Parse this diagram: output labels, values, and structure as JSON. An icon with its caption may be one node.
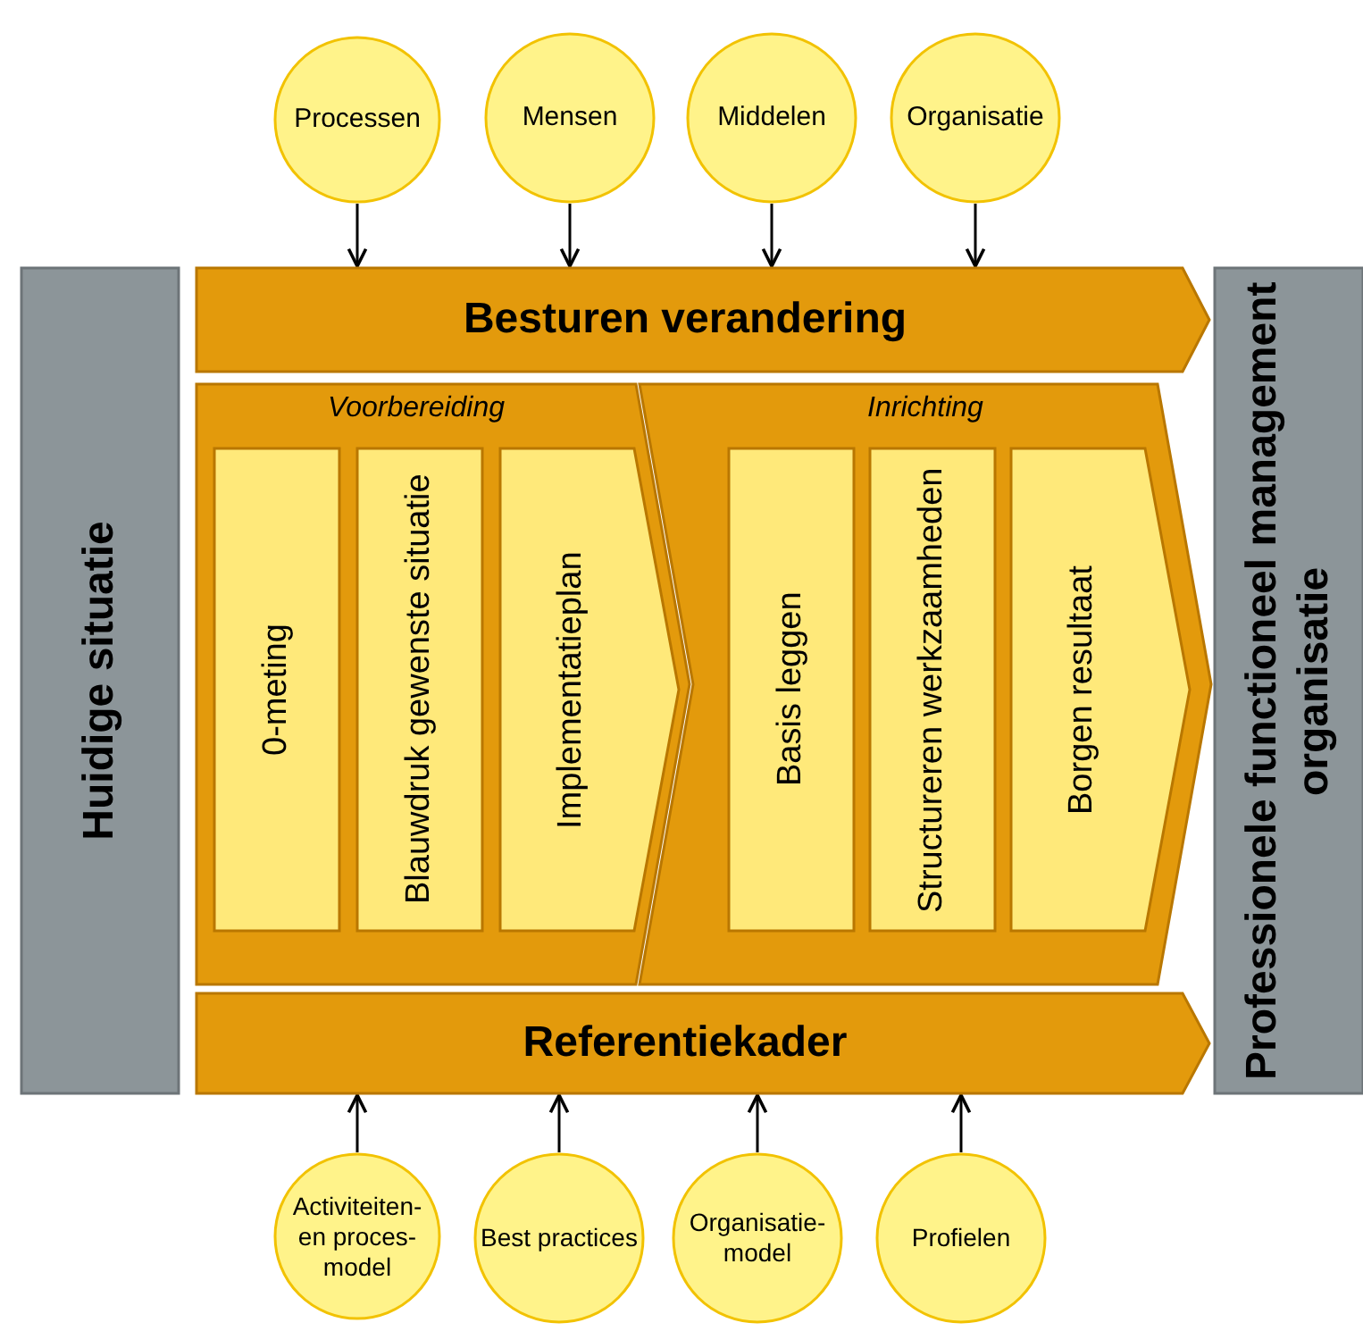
{
  "diagram": {
    "nodes": [
      {
        "text": [
          "Processen"
        ]
      },
      {
        "text": [
          "Mensen"
        ]
      },
      {
        "text": [
          "Middelen"
        ]
      },
      {
        "text": [
          "Organisatie"
        ]
      },
      {
        "text": [
          "Huidige situatie"
        ]
      },
      {
        "text": [
          "Besturen verandering"
        ]
      },
      {
        "text": [
          "Voorbereiding"
        ]
      },
      {
        "text": [
          "0-meting"
        ],
        "in": 6
      },
      {
        "text": [
          "Blauwdruk gewenste situatie"
        ],
        "in": 6
      },
      {
        "text": [
          "Implementatieplan"
        ],
        "in": 6
      },
      {
        "text": [
          "Inrichting"
        ]
      },
      {
        "text": [
          "Basis leggen"
        ],
        "in": 10
      },
      {
        "text": [
          "Structureren werkzaamheden"
        ],
        "in": 10
      },
      {
        "text": [
          "Borgen resultaat"
        ],
        "in": 10
      },
      {
        "text": [
          "Professionele functioneel management organisatie"
        ]
      },
      {
        "text": [
          "Referentiekader"
        ]
      },
      {
        "text": [
          "Activiteiten- en proces- model"
        ]
      },
      {
        "text": [
          "Best practices"
        ]
      },
      {
        "text": [
          "Organisatie- model"
        ]
      },
      {
        "text": [
          "Profielen"
        ]
      }
    ],
    "edges": [
      {
        "from": 0,
        "to": 5,
        "arrow": "to"
      },
      {
        "from": 1,
        "to": 5,
        "arrow": "to"
      },
      {
        "from": 2,
        "to": 5,
        "arrow": "to"
      },
      {
        "from": 3,
        "to": 5,
        "arrow": "to"
      },
      {
        "from": 16,
        "to": 15,
        "arrow": "to"
      },
      {
        "from": 17,
        "to": 15,
        "arrow": "to"
      },
      {
        "from": 18,
        "to": 15,
        "arrow": "to"
      },
      {
        "from": 19,
        "to": 15,
        "arrow": "to"
      }
    ]
  }
}
